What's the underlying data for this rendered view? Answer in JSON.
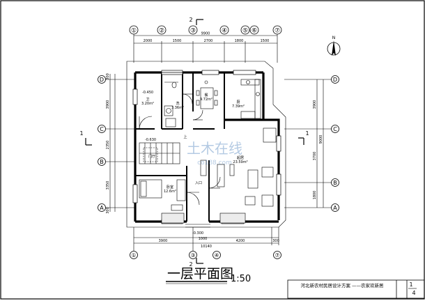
{
  "drawing": {
    "title": "一层平面图",
    "scale": "1:50",
    "title_block": {
      "project": "河北新农村民居设计方案 ——农家欢新居",
      "sheet_number": "1",
      "sheet_total": "4"
    },
    "north_arrow_label": "N",
    "section_markers": {
      "top_number": "2",
      "bottom_number": "2",
      "left_number": "1",
      "right_number": "1"
    },
    "axes_horizontal": [
      "①",
      "②",
      "③",
      "④",
      "⑤",
      "⑥",
      "⑦"
    ],
    "axes_vertical": [
      "D",
      "C",
      "B",
      "A"
    ],
    "axis_bottom_label": "③",
    "dimensions_top": {
      "total": "9900",
      "segments": [
        "2000",
        "1500",
        "2700",
        "1800",
        "1500"
      ]
    },
    "dimensions_left": {
      "segments": [
        "300",
        "3900",
        "2350",
        "3350",
        "300"
      ]
    },
    "dimensions_right": {
      "segments": [
        "3900",
        "3700",
        "1800"
      ],
      "total": "9000"
    },
    "dimensions_bottom": {
      "segments": [
        "3900",
        "4200",
        "300"
      ],
      "total": "10140",
      "sub": "1000"
    },
    "levels": {
      "bath": "-0.450",
      "stair": "-0.630",
      "entry": "-0.300"
    },
    "rooms": {
      "bath": {
        "name": "卫",
        "area": "3.20m²"
      },
      "wash": {
        "name": "洗",
        "area": "3.36m²"
      },
      "dining": {
        "name": "餐",
        "area": "9.72m²"
      },
      "kitchen": {
        "name": "厨",
        "area": "7.39m²"
      },
      "hall": {
        "name": "门厅"
      },
      "bedroom": {
        "name": "卧室",
        "area": "12.6m²"
      },
      "living": {
        "name": "起居",
        "area": "23.59m²"
      },
      "entry": {
        "name": "入口"
      },
      "stair": {
        "name": "上"
      }
    },
    "watermark": {
      "name": "土木在线",
      "sub": "co188.com"
    }
  }
}
